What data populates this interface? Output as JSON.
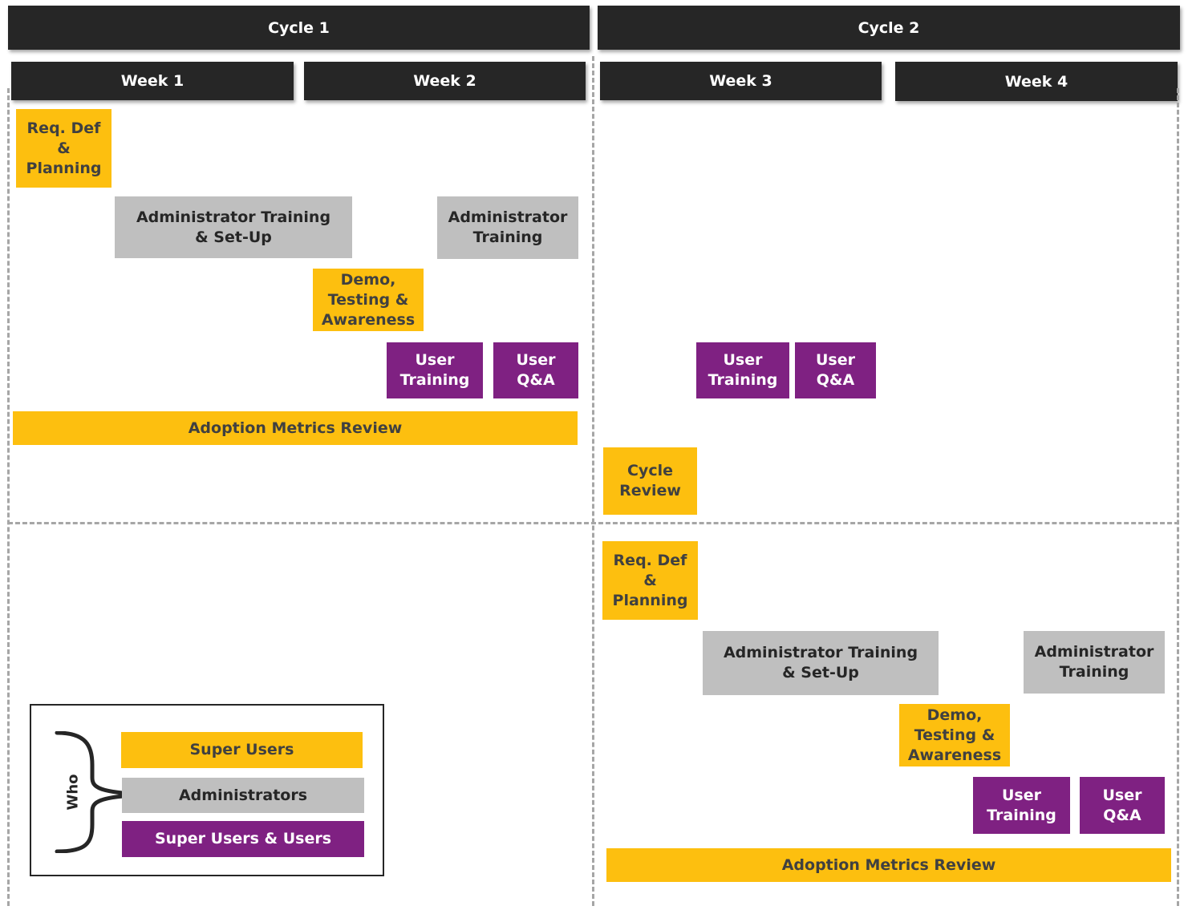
{
  "cycles": [
    {
      "label": "Cycle 1"
    },
    {
      "label": "Cycle 2"
    }
  ],
  "weeks": [
    {
      "label": "Week 1"
    },
    {
      "label": "Week 2"
    },
    {
      "label": "Week 3"
    },
    {
      "label": "Week 4"
    }
  ],
  "cycle1_tasks": {
    "req_def": "Req. Def\n&\nPlanning",
    "admin_setup": "Administrator Training\n& Set-Up",
    "admin_training": "Administrator\nTraining",
    "demo": "Demo,\nTesting &\nAwareness",
    "user_training_w2": "User\nTraining",
    "user_qa_w2": "User\nQ&A",
    "adoption_review": "Adoption Metrics Review",
    "user_training_w3": "User\nTraining",
    "user_qa_w3": "User\nQ&A",
    "cycle_review": "Cycle\nReview"
  },
  "cycle2_tasks": {
    "req_def": "Req. Def\n&\nPlanning",
    "admin_setup": "Administrator Training\n& Set-Up",
    "admin_training": "Administrator\nTraining",
    "demo": "Demo,\nTesting &\nAwareness",
    "user_training": "User\nTraining",
    "user_qa": "User\nQ&A",
    "adoption_review": "Adoption Metrics Review"
  },
  "legend": {
    "who_label": "Who",
    "items": [
      {
        "label": "Super Users",
        "color": "#FDBF0F"
      },
      {
        "label": "Administrators",
        "color": "#BFBFBF"
      },
      {
        "label": "Super Users & Users",
        "color": "#7F2182"
      }
    ]
  },
  "colors": {
    "header": "#262626",
    "super_users": "#FDBF0F",
    "administrators": "#BFBFBF",
    "super_users_and_users": "#7F2182",
    "divider": "#A6A6A6"
  }
}
